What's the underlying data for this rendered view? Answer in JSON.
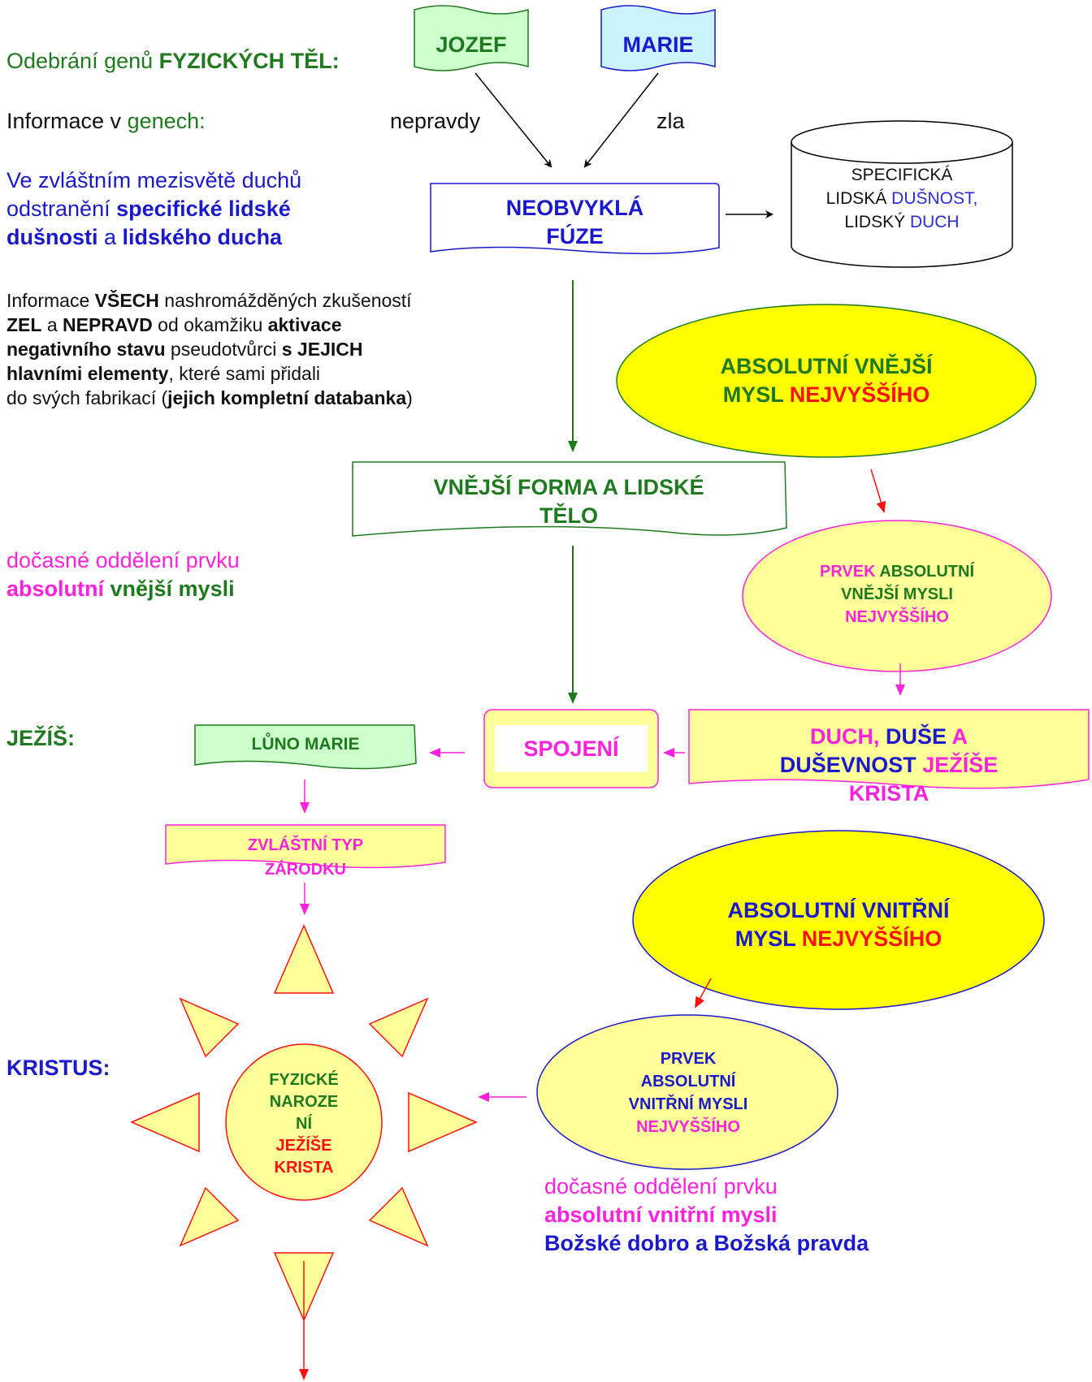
{
  "left": {
    "genes_removal": {
      "prefix": "Odebrání genů ",
      "bold": "FYZICKÝCH TĚL:"
    },
    "info_genes": {
      "prefix": "Informace v ",
      "colored": "genech:"
    },
    "worlds": {
      "line1": "Ve zvláštním mezisvětě duchů",
      "line2_a": "odstranění ",
      "line2_b": "specifické lidské",
      "line3_a": "dušnosti",
      "line3_b": " a ",
      "line3_c": "lidského ducha"
    },
    "info_all": {
      "l1_a": "Informace ",
      "l1_b": "VŠECH",
      "l1_c": " nashromážděných zkušeností",
      "l2_a": "ZEL",
      "l2_b": " a ",
      "l2_c": "NEPRAVD",
      "l2_d": " od okamžiku ",
      "l2_e": "aktivace",
      "l3_a": "negativního stavu",
      "l3_b": " pseudotvůrci ",
      "l3_c": "s JEJICH",
      "l4_a": "hlavními elementy",
      "l4_b": ", které sami přidali",
      "l5_a": "do svých fabrikací (",
      "l5_b": "jejich kompletní databanka",
      "l5_c": ")"
    },
    "outer_sep": {
      "line1": "dočasné oddělení prvku",
      "line2_a": "absolutní",
      "line2_b": " vnější mysli"
    },
    "jesus_label": "JEŽÍŠ:",
    "christ_label": "KRISTUS:"
  },
  "flags": {
    "jozef": "JOZEF",
    "marie": "MARIE"
  },
  "edge_labels": {
    "untruth": "nepravdy",
    "evil": "zla"
  },
  "fusion": {
    "line1": "NEOBVYKLÁ",
    "line2": "FÚZE"
  },
  "cylinder": {
    "l1": "SPECIFICKÁ",
    "l2_a": "LIDSKÁ ",
    "l2_b": "DUŠNOST,",
    "l3_a": "LIDSKÝ ",
    "l3_b": "DUCH"
  },
  "outer_mind": {
    "l1": "ABSOLUTNÍ VNĚJŠÍ",
    "l2_a": "MYSL ",
    "l2_b": "NEJVYŠŠÍHO"
  },
  "outer_form": {
    "l1": "VNĚJŠÍ FORMA A LIDSKÉ",
    "l2": "TĚLO"
  },
  "outer_element": {
    "l1_a": "PRVEK ",
    "l1_b": "ABSOLUTNÍ",
    "l2": "VNĚJŠÍ MYSLI",
    "l3": "NEJVYŠŠÍHO"
  },
  "womb": "LŮNO MARIE",
  "union": "SPOJENÍ",
  "spirit": {
    "l1_a": "DUCH, ",
    "l1_b": "DUŠE",
    "l1_c": " A",
    "l2_a": "DUŠEVNOST ",
    "l2_b": "JEŽÍŠE",
    "l3": "KRISTA"
  },
  "embryo": {
    "l1": "ZVLÁŠTNÍ TYP",
    "l2": "ZÁRODKU"
  },
  "inner_mind": {
    "l1": "ABSOLUTNÍ VNITŘNÍ",
    "l2_a": "MYSL ",
    "l2_b": "NEJVYŠŠÍHO"
  },
  "inner_element": {
    "l1": "PRVEK",
    "l2": "ABSOLUTNÍ",
    "l3": "VNITŘNÍ MYSLI",
    "l4": "NEJVYŠŠÍHO"
  },
  "birth": {
    "l1": "FYZICKÉ",
    "l2": "NAROZE",
    "l3": "NÍ",
    "l4": "JEŽÍŠE",
    "l5": "KRISTA"
  },
  "inner_sep": {
    "l1": "dočasné oddělení prvku",
    "l2": "absolutní vnitřní mysli",
    "l3": "Božské dobro a Božská pravda"
  },
  "colors": {
    "green": "#1f7a1f",
    "blue": "#1a1acc",
    "magenta": "#ff22dd",
    "red": "#ff1111",
    "yellow_fill": "#ffff00",
    "pale_yellow": "#ffff99",
    "pale_green": "#ccffcc",
    "pale_cyan": "#ccf2ff"
  }
}
